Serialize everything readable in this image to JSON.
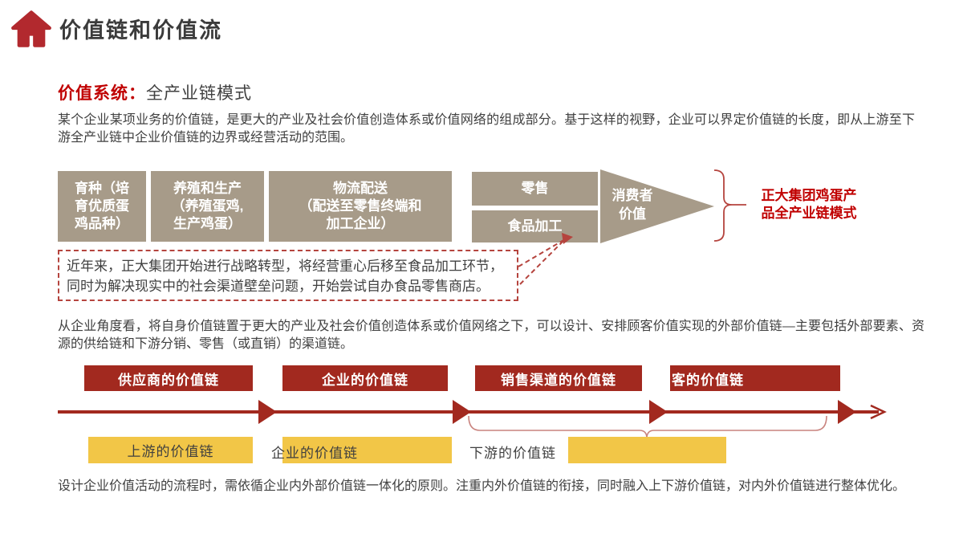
{
  "header": {
    "title": "价值链和价值流"
  },
  "section": {
    "label": "价值系统：",
    "title": "全产业链模式"
  },
  "paragraphs": {
    "p1": "某个企业某项业务的价值链，是更大的产业及社会价值创造体系或价值网络的组成部分。基于这样的视野，企业可以界定价值链的长度，即从上游至下游全产业链中企业价值链的边界或经营活动的范围。",
    "p2": "从企业角度看，将自身价值链置于更大的产业及社会价值创造体系或价值网络之下，可以设计、安排顾客价值实现的外部价值链—主要包括外部要素、资源的供给链和下游分销、零售（或直销）的渠道链。",
    "p3": "设计企业价值活动的流程时，需依循企业内外部价值链一体化的原则。注重内外价值链的衔接，同时融入上下游价值链，对内外价值链进行整体优化。"
  },
  "industry_chain": {
    "stages": [
      {
        "label": "育种（培\n育优质蛋\n鸡品种）"
      },
      {
        "label": "养殖和生产\n（养殖蛋鸡,\n生产鸡蛋）"
      },
      {
        "label": "物流配送\n（配送至零售终端和\n加工企业）"
      },
      {
        "label": "零售"
      },
      {
        "label": "食品加工"
      }
    ],
    "consumer_value": "消费者\n价值",
    "callout": "正大集团鸡蛋产\n品全产业链模式"
  },
  "note": {
    "text": "近年来，正大集团开始进行战略转型，将经营重心后移至食品加工环节，\n同时为解决现实中的社会渠道壁垒问题，开始尝试自办食品零售商店。"
  },
  "value_chains": {
    "boxes": [
      {
        "label": "供应商的价值链"
      },
      {
        "label": "企业的价值链"
      },
      {
        "label": "销售渠道的价值链"
      },
      {
        "label": "客的价值链"
      }
    ],
    "segments": [
      {
        "label": "上游的价值链"
      },
      {
        "label": "企业的价值链"
      },
      {
        "label": "下游的价值链"
      }
    ]
  },
  "colors": {
    "brand_red": "#b2292e",
    "accent_red": "#c00000",
    "box_red": "#a2291f",
    "taupe": "#a79b89",
    "yellow": "#f2c647",
    "pale_red": "#c9837e",
    "text": "#404040"
  }
}
